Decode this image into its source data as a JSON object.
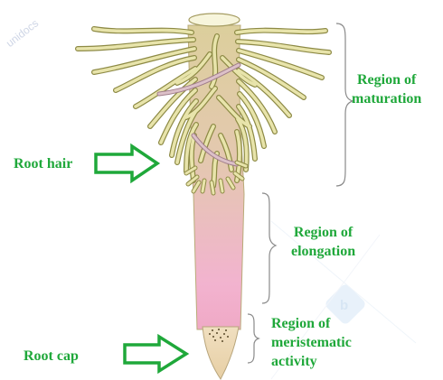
{
  "labels": {
    "root_hair": "Root hair",
    "root_cap": "Root cap",
    "region_maturation": [
      "Region of",
      "maturation"
    ],
    "region_elongation": [
      "Region of",
      "elongation"
    ],
    "region_meristematic": [
      "Region of",
      "meristematic",
      "activity"
    ]
  },
  "watermark": "unidocs",
  "colors": {
    "label_green": "#1fa83a",
    "arrow_fill": "#ffffff",
    "root_tan": "#d8c89a",
    "root_pink": "#f4a9c9",
    "hair_fill": "#e6e2a6",
    "hair_stroke": "#8d8a45",
    "brace": "#8a8a8a",
    "logo_blue": "#cfe3f5"
  }
}
